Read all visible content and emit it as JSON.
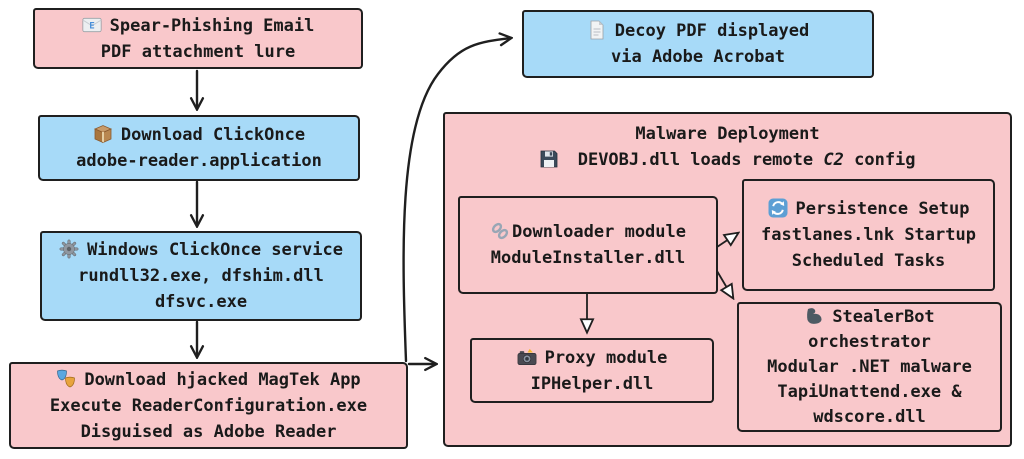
{
  "palette": {
    "pink_fill": "#f9c8cb",
    "blue_fill": "#a7daf8",
    "border": "#1f1f1f",
    "text": "#1a1a1a",
    "arrow": "#1f1f1f"
  },
  "nodes": {
    "spear": {
      "icon": "email-icon",
      "fill": "pink",
      "lines": [
        "Spear-Phishing Email",
        "PDF attachment lure"
      ]
    },
    "clickonce_download": {
      "icon": "package-icon",
      "fill": "blue",
      "lines": [
        "Download ClickOnce",
        "adobe-reader.application"
      ]
    },
    "clickonce_service": {
      "icon": "gear-icon",
      "fill": "blue",
      "lines": [
        "Windows ClickOnce service",
        "rundll32.exe, dfshim.dll",
        "dfsvc.exe"
      ]
    },
    "magtek": {
      "icon": "masks-icon",
      "fill": "pink",
      "lines": [
        "Download hjacked MagTek App",
        "Execute ReaderConfiguration.exe",
        "Disguised as Adobe Reader"
      ]
    },
    "decoy": {
      "icon": "page-icon",
      "fill": "blue",
      "lines": [
        "Decoy PDF displayed",
        "via Adobe Acrobat"
      ]
    },
    "deployment": {
      "icon": "floppy-icon",
      "fill": "pink",
      "title": "Malware Deployment",
      "subtitle_pre": "DEVOBJ.dll loads remote",
      "subtitle_italic": "C2",
      "subtitle_post": "config"
    },
    "downloader": {
      "icon": "link-icon",
      "fill": "pink",
      "lines": [
        "Downloader module",
        "ModuleInstaller.dll"
      ]
    },
    "persistence": {
      "icon": "refresh-icon",
      "fill": "pink",
      "lines": [
        "Persistence Setup",
        "fastlanes.lnk Startup",
        "Scheduled Tasks"
      ]
    },
    "proxy": {
      "icon": "camera-icon",
      "fill": "pink",
      "lines": [
        "Proxy module",
        "IPHelper.dll"
      ]
    },
    "stealerbot": {
      "icon": "arm-icon",
      "fill": "pink",
      "lines": [
        "StealerBot",
        "orchestrator",
        "Modular .NET malware",
        "TapiUnattend.exe &",
        "wdscore.dll"
      ]
    }
  }
}
